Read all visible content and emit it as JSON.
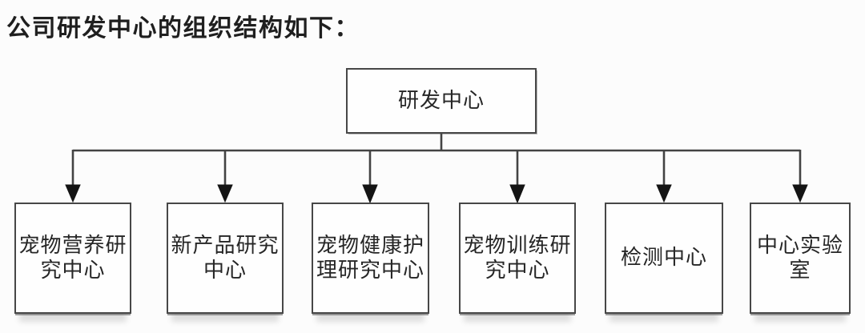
{
  "title": "公司研发中心的组织结构如下：",
  "org_chart": {
    "root": {
      "label": "研发中心"
    },
    "children": [
      {
        "label": "宠物营养研\n究中心"
      },
      {
        "label": "新产品研究\n中心"
      },
      {
        "label": "宠物健康护\n理研究中心"
      },
      {
        "label": "宠物训练研\n究中心"
      },
      {
        "label": "检测中心"
      },
      {
        "label": "中心实验\n室"
      }
    ]
  },
  "colors": {
    "background": "#fcfcfc",
    "line": "#434343",
    "text": "#262626",
    "arrow": "#141414"
  }
}
